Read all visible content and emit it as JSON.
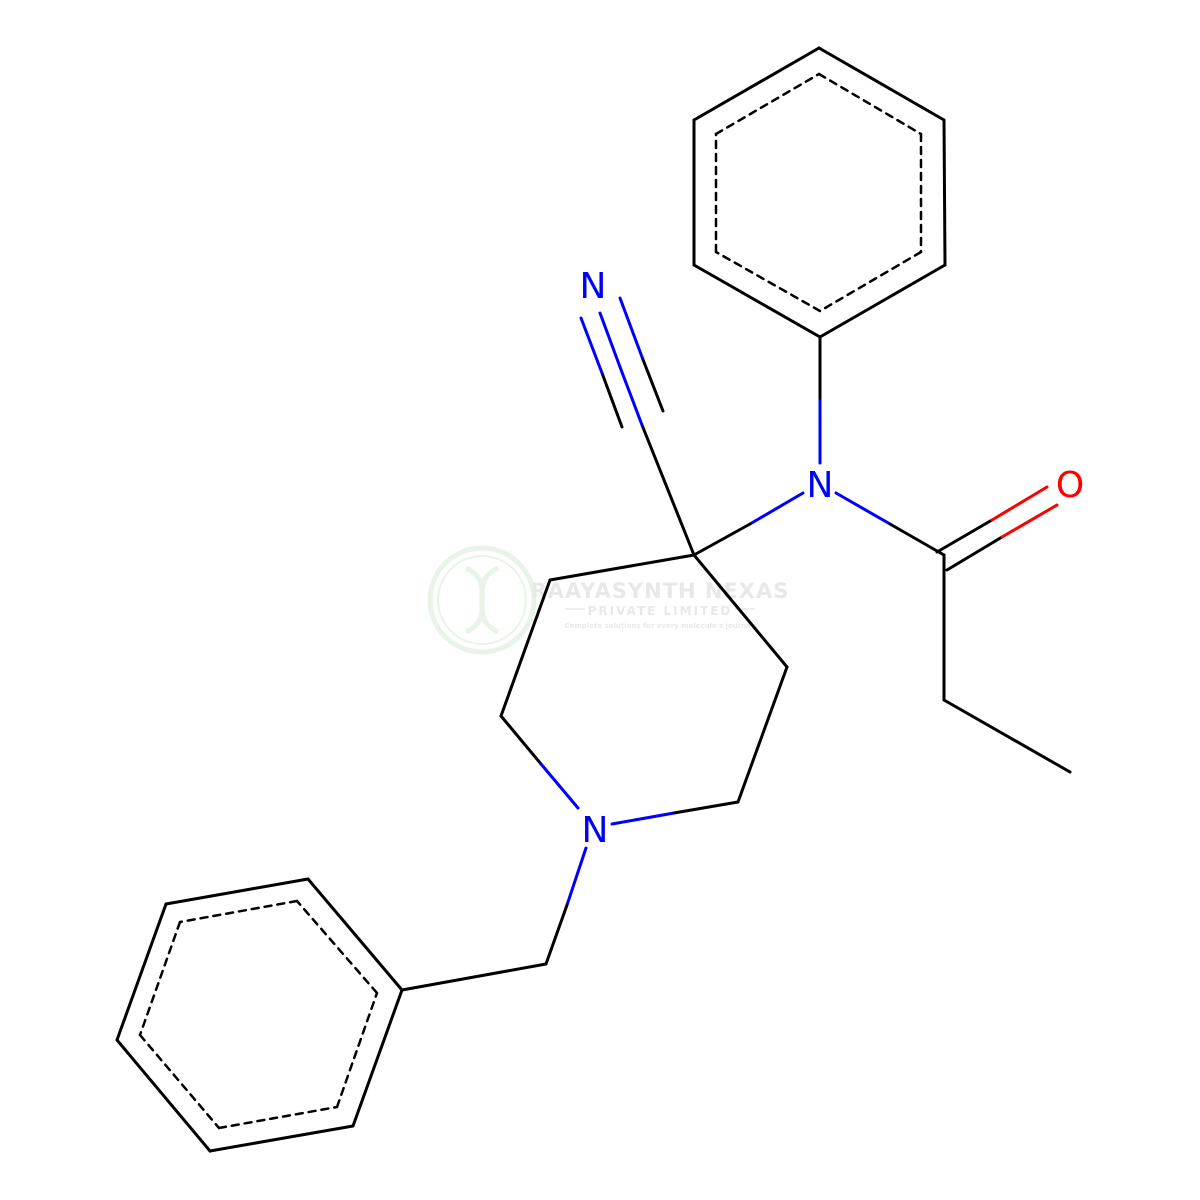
{
  "atoms": {
    "cyano_n": "N",
    "amide_n": "N",
    "carbonyl_o": "O",
    "piperidine_n": "N"
  },
  "colors": {
    "bond": "#000000",
    "nitrogen": "#0000ff",
    "oxygen": "#ff0000",
    "watermark": "#4caf50"
  },
  "watermark": {
    "title": "RAAYASYNTH NEXAS",
    "subtitle": "PRIVATE LIMITED",
    "tagline": "Complete solutions for every molecule's journey"
  }
}
